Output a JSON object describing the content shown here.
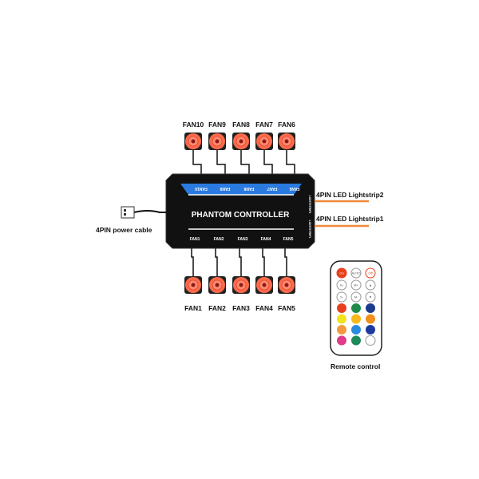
{
  "controller": {
    "title": "PHANTOM CONTROLLER",
    "top_ports": [
      "FAN10",
      "FAN9",
      "FAN8",
      "FAN7",
      "FAN6"
    ],
    "bottom_ports": [
      "FAN1",
      "FAN2",
      "FAN3",
      "FAN4",
      "FAN5"
    ],
    "side_ports": [
      "LIGHTSTRIP2",
      "LIGHTSTRIP1"
    ]
  },
  "top_fans": [
    "FAN10",
    "FAN9",
    "FAN8",
    "FAN7",
    "FAN6"
  ],
  "bottom_fans": [
    "FAN1",
    "FAN2",
    "FAN3",
    "FAN4",
    "FAN5"
  ],
  "power_label": "4PIN power cable",
  "strips": [
    "4PIN LED Lightstrip2",
    "4PIN LED Lightstrip1"
  ],
  "remote": {
    "label": "Remote control",
    "buttons": [
      [
        "On",
        "AUTO",
        "Off"
      ],
      [
        "S+",
        "M+",
        "▲"
      ],
      [
        "S-",
        "M-",
        "▼"
      ]
    ],
    "color_rows": [
      [
        "#e8401c",
        "#1e8a4a",
        "#1c3a8e"
      ],
      [
        "#f4e21c",
        "#f6b81c",
        "#f0901c"
      ],
      [
        "#f29a3c",
        "#2a8ae0",
        "#1c3a9e"
      ],
      [
        "#e03a8a",
        "#1e8a5a",
        "#ffffff"
      ]
    ]
  },
  "colors": {
    "fan": "#ff6a4a",
    "strip": "#f08a3c",
    "accent": "#2a7ae0"
  }
}
